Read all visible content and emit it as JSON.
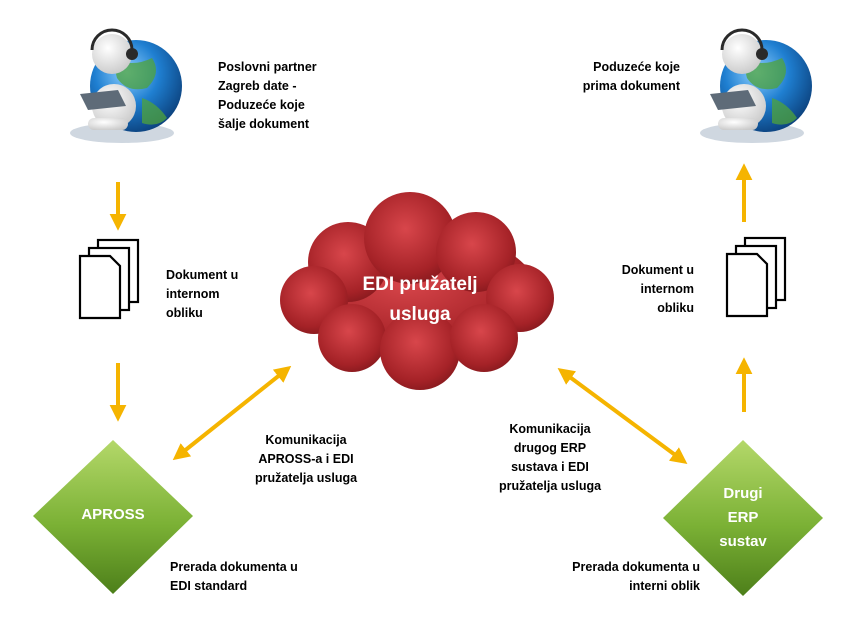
{
  "labels": {
    "partner_sender": "Poslovni partner\nZagreb date -\nPoduzeće koje\nšalje dokument",
    "partner_receiver": "Poduzeće koje\nprima dokument",
    "doc_left": "Dokument u\ninternom\nobliku",
    "doc_right": "Dokument u\ninternom\nobliku",
    "cloud": "EDI pružatelj\nusluga",
    "comm_left": "Komunikacija\nAPROSS-a i EDI\npružatelja usluga",
    "comm_right": "Komunikacija\ndrugog ERP\nsustava i EDI\npružatelja usluga",
    "apross": "APROSS",
    "erp": "Drugi\nERP\nsustav",
    "process_left": "Prerada dokumenta u\nEDI standard",
    "process_right": "Prerada dokumenta u\ninterni oblik"
  },
  "icons": {
    "person_left": "person-with-laptop-icon",
    "person_right": "person-with-laptop-icon",
    "docs_left": "document-stack-icon",
    "docs_right": "document-stack-icon"
  },
  "colors": {
    "arrow": "#f5b400",
    "cloud": "#b3262c",
    "diamond": "#6ea32a",
    "globe": "#1a73c7"
  }
}
